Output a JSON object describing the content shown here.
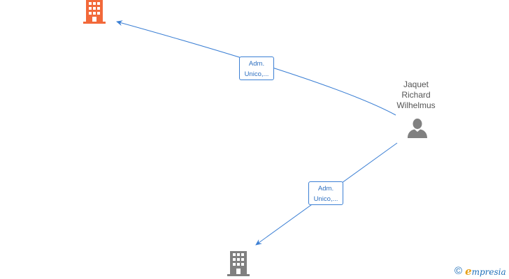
{
  "nodes": {
    "person": {
      "name_lines": [
        "Jaquet",
        "Richard",
        "Wilhelmus"
      ],
      "icon": "person-icon",
      "color": "#808080"
    },
    "company_top": {
      "icon": "building-icon",
      "color": "#f2693a"
    },
    "company_bottom": {
      "icon": "building-icon",
      "color": "#808080"
    }
  },
  "edges": [
    {
      "from": "person",
      "to": "company_top",
      "label_lines": [
        "Adm.",
        "Unico,..."
      ],
      "color": "#3b7fd4"
    },
    {
      "from": "person",
      "to": "company_bottom",
      "label_lines": [
        "Adm.",
        "Unico,..."
      ],
      "color": "#3b7fd4"
    }
  ],
  "watermark": {
    "symbol": "©",
    "brand_initial": "e",
    "brand_rest": "mpresia"
  }
}
